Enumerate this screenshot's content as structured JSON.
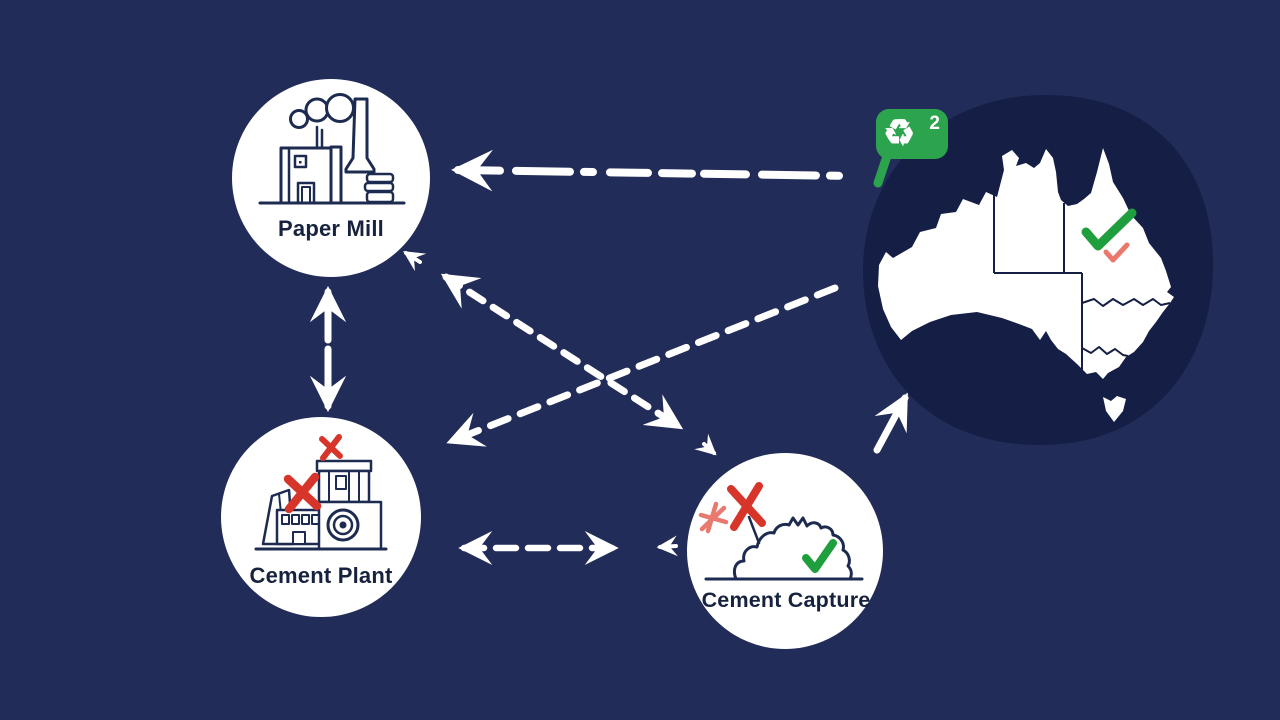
{
  "diagram": {
    "background_color": "#212c58",
    "map_blob_color": "#151e44",
    "ink_color": "#1d2b50",
    "accent_red": "#d8352a",
    "accent_salmon": "#e8796c",
    "accent_green": "#1f9e3d",
    "badge_green": "#2ca34d"
  },
  "nodes": [
    {
      "id": "paper-mill",
      "label": "Paper Mill",
      "icon": "paper-mill-factory-icon",
      "marks": []
    },
    {
      "id": "cement-plant",
      "label": "Cement Plant",
      "icon": "cement-plant-building-icon",
      "marks": [
        "red-x",
        "red-x"
      ]
    },
    {
      "id": "cement-capture",
      "label": "Cement Capture",
      "icon": "capture-mound-icon",
      "marks": [
        "red-x",
        "red-scribble",
        "green-check"
      ]
    }
  ],
  "map": {
    "country": "Australia",
    "regions_outlined": true,
    "marks": [
      "green-check",
      "small-salmon-check"
    ]
  },
  "badge": {
    "icon_glyph": "♻",
    "superscript": "2",
    "meaning": "CO2 recycling"
  },
  "edges": [
    {
      "from": "australia-map",
      "to": "paper-mill",
      "style": "dashed",
      "direction": "one-way"
    },
    {
      "from": "paper-mill",
      "to": "cement-plant",
      "style": "dashed",
      "direction": "two-way"
    },
    {
      "from": "paper-mill",
      "to": "cement-capture",
      "style": "dashed",
      "direction": "two-way"
    },
    {
      "from": "australia-map",
      "to": "cement-plant",
      "style": "dashed",
      "direction": "one-way"
    },
    {
      "from": "cement-plant",
      "to": "cement-capture",
      "style": "dashed",
      "direction": "two-way"
    },
    {
      "from": "cement-capture",
      "to": "australia-map",
      "style": "solid",
      "direction": "one-way"
    }
  ]
}
